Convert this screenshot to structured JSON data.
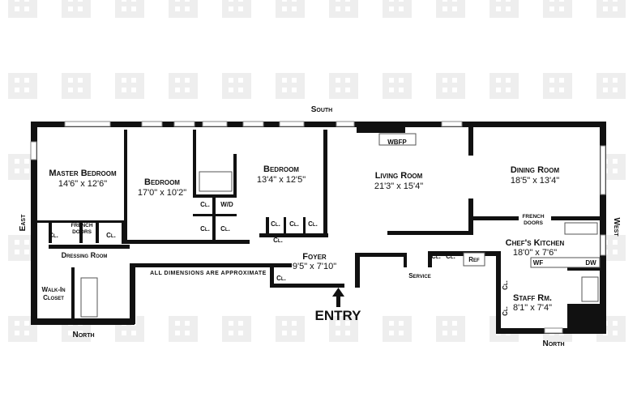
{
  "compass": {
    "south": "South",
    "north_left": "North",
    "north_right": "North",
    "east": "East",
    "west": "West"
  },
  "note": "All dimensions are approximate",
  "entry": "ENTRY",
  "rooms": {
    "master_bedroom": {
      "name": "Master Bedroom",
      "dim": "14'6\" x 12'6\""
    },
    "bedroom_1": {
      "name": "Bedroom",
      "dim": "17'0\" x 10'2\""
    },
    "bedroom_2": {
      "name": "Bedroom",
      "dim": "13'4\" x 12'5\""
    },
    "living_room": {
      "name": "Living Room",
      "dim": "21'3\" x 15'4\""
    },
    "dining_room": {
      "name": "Dining Room",
      "dim": "18'5\" x 13'4\""
    },
    "foyer": {
      "name": "Foyer",
      "dim": "9'5\" x 7'10\""
    },
    "kitchen": {
      "name": "Chef's Kitchen",
      "dim": "18'0\" x 7'6\""
    },
    "staff_room": {
      "name": "Staff Rm.",
      "dim": "8'1\" x 7'4\""
    },
    "dressing_room": {
      "name": "Dressing Room"
    },
    "walk_in_closet": {
      "line1": "Walk-In",
      "line2": "Closet"
    }
  },
  "labels": {
    "closet": "Cl.",
    "wbfp": "WBFP",
    "washer_dryer": "W/D",
    "french": "FRENCH",
    "doors": "DOORS",
    "service": "Service",
    "ref": "Ref",
    "wf": "WF",
    "dw": "DW"
  }
}
